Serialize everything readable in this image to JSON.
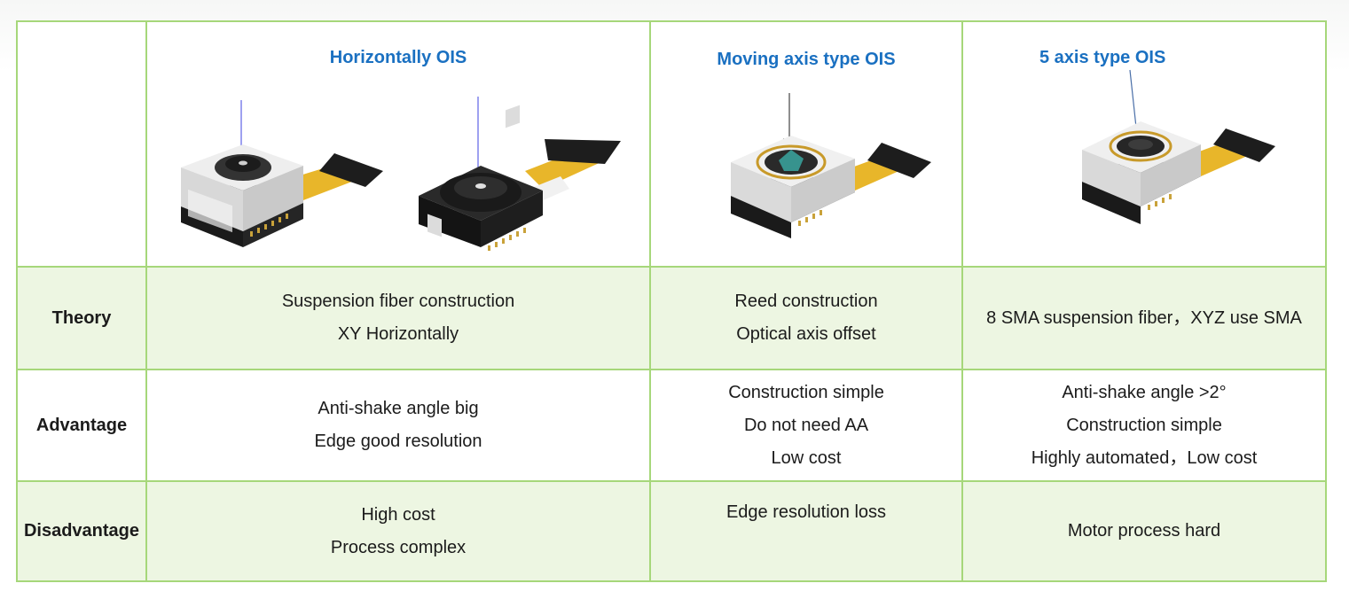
{
  "columns": [
    {
      "title": "Horizontally OIS"
    },
    {
      "title": "Moving axis type OIS"
    },
    {
      "title": "5 axis type OIS"
    }
  ],
  "rows": {
    "theory": {
      "label": "Theory",
      "cells": [
        [
          "Suspension fiber construction",
          "XY Horizontally"
        ],
        [
          "Reed construction",
          "Optical axis offset"
        ],
        [
          "8 SMA suspension fiber，XYZ use SMA"
        ]
      ]
    },
    "advantage": {
      "label": "Advantage",
      "cells": [
        [
          "Anti-shake angle big",
          "Edge good resolution"
        ],
        [
          "Construction simple",
          "Do not need AA",
          "Low cost"
        ],
        [
          "Anti-shake angle >2°",
          "Construction simple",
          "Highly automated，Low cost"
        ]
      ]
    },
    "disadvantage": {
      "label": "Disadvantage",
      "cells": [
        [
          "High cost",
          "Process complex"
        ],
        [
          "Edge resolution loss"
        ],
        [
          "Motor process hard"
        ]
      ]
    }
  },
  "illustrations": [
    "camera-module-horizontal-ois-assembled",
    "camera-module-horizontal-ois-exploded",
    "camera-module-moving-axis-ois",
    "camera-module-5-axis-ois"
  ],
  "colors": {
    "grid": "#a6d77a",
    "row_fill": "#edf6e2",
    "title": "#1a70c1",
    "axis_line_blue": "#6a6ee8",
    "flex_cable": "#e8b62a"
  }
}
